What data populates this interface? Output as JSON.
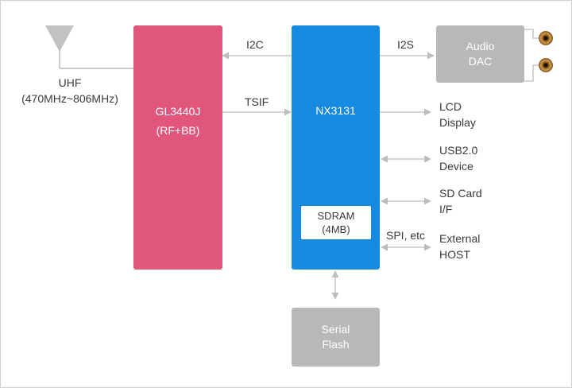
{
  "antenna": {
    "name": "UHF",
    "range": "(470MHz~806MHz)"
  },
  "tuner": {
    "name": "GL3440J",
    "sub": "(RF+BB)",
    "color": "#e0567c"
  },
  "soc": {
    "name": "NX3131",
    "color": "#1689e0"
  },
  "memory": {
    "name": "SDRAM",
    "size": "(4MB)"
  },
  "audio_dac": {
    "line1": "Audio",
    "line2": "DAC",
    "color": "#b8b8b8"
  },
  "flash": {
    "line1": "Serial",
    "line2": "Flash",
    "color": "#b8b8b8"
  },
  "buses": {
    "i2c": "I2C",
    "tsif": "TSIF",
    "i2s": "I2S",
    "spi": "SPI, etc"
  },
  "peripherals": {
    "lcd": {
      "line1": "LCD",
      "line2": "Display"
    },
    "usb": {
      "line1": "USB2.0",
      "line2": "Device"
    },
    "sd": {
      "line1": "SD Card",
      "line2": "I/F"
    },
    "host": {
      "line1": "External",
      "line2": "HOST"
    }
  },
  "colors": {
    "wire": "#bdbdbd",
    "speaker": "#c8923a"
  }
}
